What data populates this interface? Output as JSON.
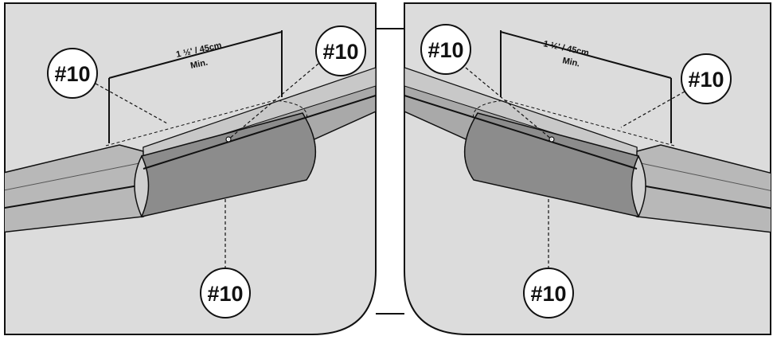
{
  "panels": [
    {
      "dimension": {
        "line1": "1 ½' / 45cm",
        "line2": "Min."
      },
      "callouts": [
        "#10",
        "#10",
        "#10"
      ]
    },
    {
      "dimension": {
        "line1": "1 ½' / 45cm",
        "line2": "Min."
      },
      "callouts": [
        "#10",
        "#10",
        "#10"
      ]
    }
  ],
  "colors": {
    "background": "#dcdcdc",
    "rail_light": "#bcbcbc",
    "rail_dark": "#8f8f8f",
    "sleeve": "#8a8a8a",
    "outline": "#111111"
  }
}
